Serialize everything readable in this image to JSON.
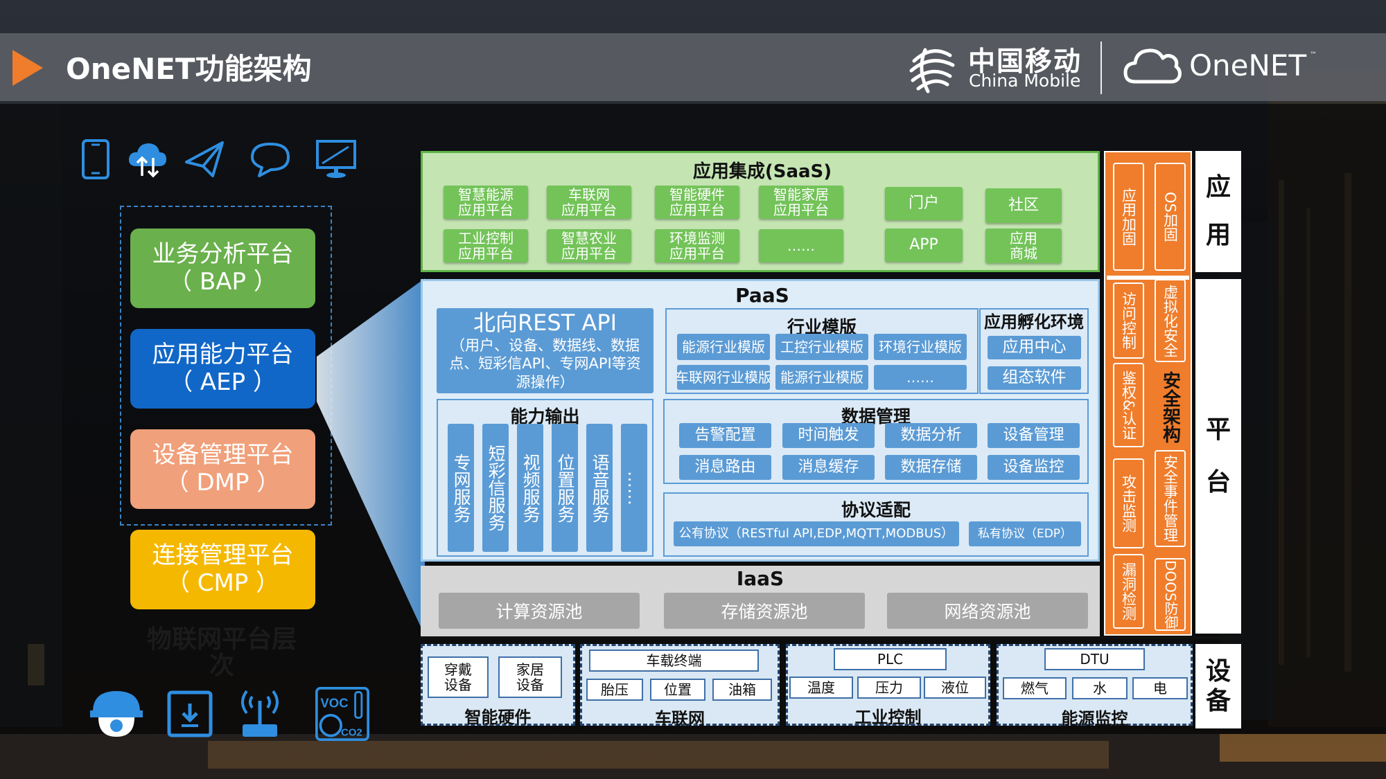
{
  "title": "OneNET功能架构",
  "logos": {
    "china_mobile_zh": "中国移动",
    "china_mobile_en": "China Mobile",
    "onenet": "OneNET",
    "onenet_tm": "™"
  },
  "top_icons": [
    "phone-icon",
    "cloud-sync-icon",
    "paper-plane-icon",
    "chat-bubble-icon",
    "monitor-icon"
  ],
  "platforms": [
    {
      "name": "业务分析平台",
      "abbr": "（ BAP ）",
      "color": "#6ab04c"
    },
    {
      "name": "应用能力平台",
      "abbr": "（ AEP ）",
      "color": "#1167c7"
    },
    {
      "name": "设备管理平台",
      "abbr": "（ DMP ）",
      "color": "#f0a07a"
    },
    {
      "name": "连接管理平台",
      "abbr": "（ CMP ）",
      "color": "#f5b800"
    }
  ],
  "layer_label": "物联网平台层次",
  "bottom_icons": [
    "camera-dome-icon",
    "smart-socket-icon",
    "router-antenna-icon",
    "voc-co2-sensor-icon"
  ],
  "saas": {
    "title": "应用集成(SaaS)",
    "platforms": [
      "智慧能源\n应用平台",
      "车联网\n应用平台",
      "智能硬件\n应用平台",
      "智能家居\n应用平台",
      "工业控制\n应用平台",
      "智慧农业\n应用平台",
      "环境监测\n应用平台",
      "……"
    ],
    "others": [
      "门户",
      "社区",
      "APP",
      "应用\n商城"
    ]
  },
  "paas": {
    "title": "PaaS",
    "rest_api": {
      "title": "北向REST API",
      "desc": "（用户、设备、数据线、数据点、短彩信API、专网API等资源操作）"
    },
    "industry": {
      "title": "行业模版",
      "items": [
        "能源行业模版",
        "工控行业模版",
        "环境行业模版",
        "车联网行业模版",
        "能源行业模版",
        "……"
      ]
    },
    "incubation": {
      "title": "应用孵化环境",
      "items": [
        "应用中心",
        "组态软件"
      ]
    },
    "capability": {
      "title": "能力输出",
      "items": [
        "专网服务",
        "短彩信服务",
        "视频服务",
        "位置服务",
        "语音服务",
        "……"
      ]
    },
    "data_mgmt": {
      "title": "数据管理",
      "items": [
        "告警配置",
        "时间触发",
        "数据分析",
        "设备管理",
        "消息路由",
        "消息缓存",
        "数据存储",
        "设备监控"
      ]
    },
    "protocol": {
      "title": "协议适配",
      "public": "公有协议（RESTful API,EDP,MQTT,MODBUS）",
      "private": "私有协议（EDP）"
    }
  },
  "iaas": {
    "title": "IaaS",
    "items": [
      "计算资源池",
      "存储资源池",
      "网络资源池"
    ]
  },
  "security": {
    "title": "安全架构",
    "app_items": [
      "应用加固",
      "OS加固"
    ],
    "left_items": [
      "访问控制",
      "鉴权&认证",
      "攻击监测",
      "漏洞检测"
    ],
    "right_items": [
      "虚拟化安全",
      "安全事件管理",
      "DOOS防御"
    ]
  },
  "layers": {
    "app": [
      "应",
      "用"
    ],
    "platform": [
      "平",
      "台"
    ],
    "device": [
      "设",
      "备"
    ]
  },
  "devices": [
    {
      "label": "智能硬件",
      "items": [
        "穿戴\n设备",
        "家居\n设备"
      ]
    },
    {
      "label": "车联网",
      "top": "车载终端",
      "items": [
        "胎压",
        "位置",
        "油箱"
      ]
    },
    {
      "label": "工业控制",
      "top": "PLC",
      "items": [
        "温度",
        "压力",
        "液位"
      ]
    },
    {
      "label": "能源监控",
      "top": "DTU",
      "items": [
        "燃气",
        "水",
        "电"
      ]
    }
  ]
}
